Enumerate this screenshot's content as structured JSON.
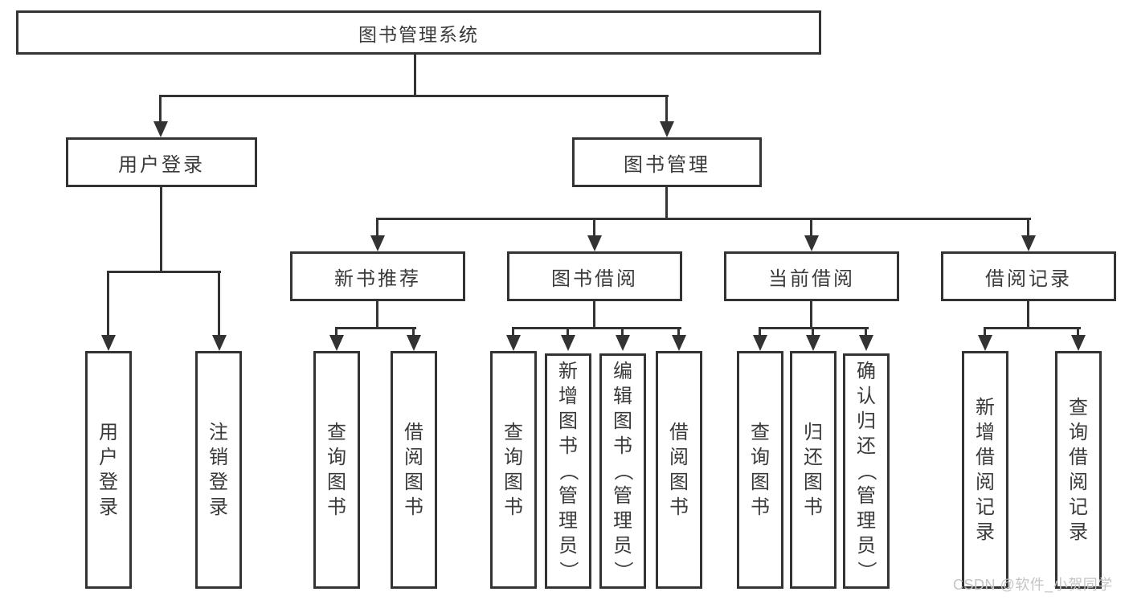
{
  "nodes": {
    "root": "图书管理系统",
    "level1": [
      {
        "label": "用户登录"
      },
      {
        "label": "图书管理"
      }
    ],
    "level2": [
      {
        "label": "新书推荐"
      },
      {
        "label": "图书借阅"
      },
      {
        "label": "当前借阅"
      },
      {
        "label": "借阅记录"
      }
    ],
    "leaves": [
      {
        "label": "用户登录"
      },
      {
        "label": "注销登录"
      },
      {
        "label": "查询图书"
      },
      {
        "label": "借阅图书"
      },
      {
        "label": "查询图书"
      },
      {
        "label": "新增图书（管理员）"
      },
      {
        "label": "编辑图书（管理员）"
      },
      {
        "label": "借阅图书"
      },
      {
        "label": "查询图书"
      },
      {
        "label": "归还图书"
      },
      {
        "label": "确认归还（管理员）"
      },
      {
        "label": "新增借阅记录"
      },
      {
        "label": "查询借阅记录"
      }
    ]
  },
  "watermark": "CSDN @软件_小贺同学",
  "colors": {
    "line": "#333333",
    "text": "#3a3a3a",
    "box_background": "#ffffff",
    "watermark": "#c5c5c5",
    "background": "#ffffff"
  }
}
